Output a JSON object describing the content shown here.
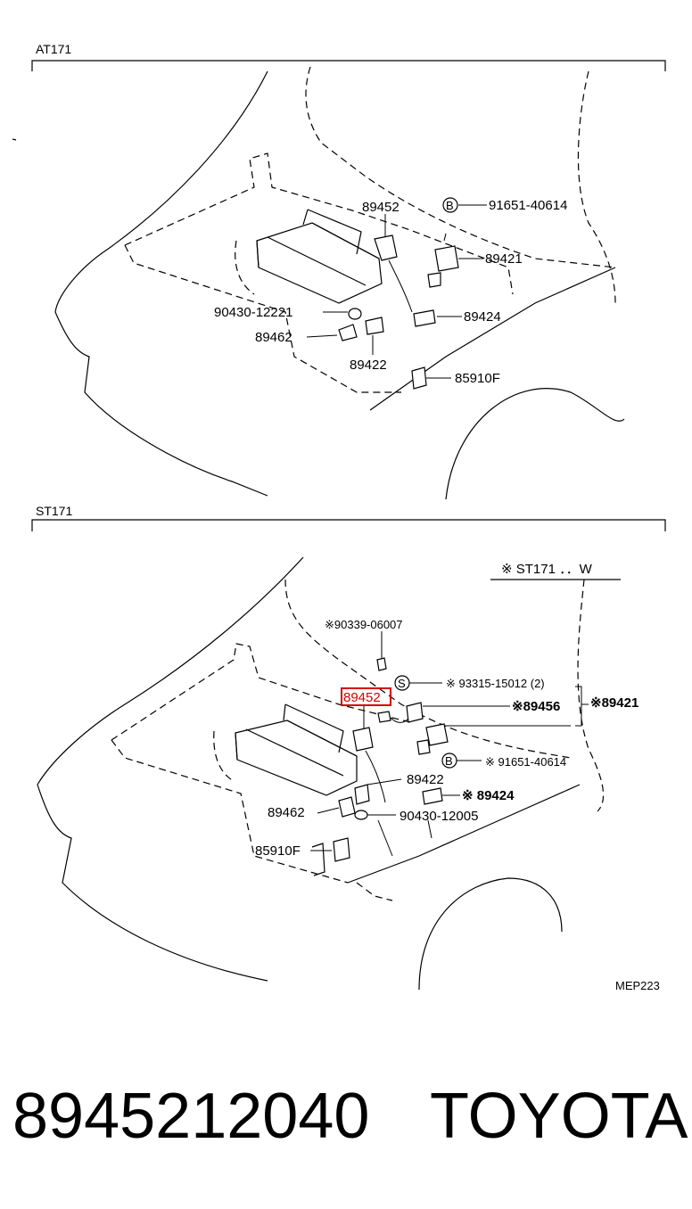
{
  "sections": [
    {
      "title": "AT171",
      "labels": {
        "p89452": "89452",
        "p91651": "91651-40614",
        "p89421": "89421",
        "p90430": "90430-12221",
        "p89424": "89424",
        "p89462": "89462",
        "p89422": "89422",
        "p85910": "85910F"
      },
      "bolt_marker": "B"
    },
    {
      "title": "ST171",
      "note": "※ ST171 ．．W",
      "labels": {
        "p90339": "※90339-06007",
        "p93315": "※ 93315-15012 (2)",
        "p89452": "89452",
        "p89456": "※89456",
        "p89421": "※89421",
        "p91651": "※ 91651-40614",
        "p89422": "89422",
        "p89424": "※ 89424",
        "p89462": "89462",
        "p90430": "90430-12005",
        "p85910": "85910F"
      },
      "screw_marker": "S",
      "bolt_marker": "B",
      "highlighted_part": "89452",
      "highlight_color": "#d40000"
    }
  ],
  "figure_code": "MEP223",
  "footer": {
    "part_number": "8945212040",
    "brand": "TOYOTA"
  }
}
